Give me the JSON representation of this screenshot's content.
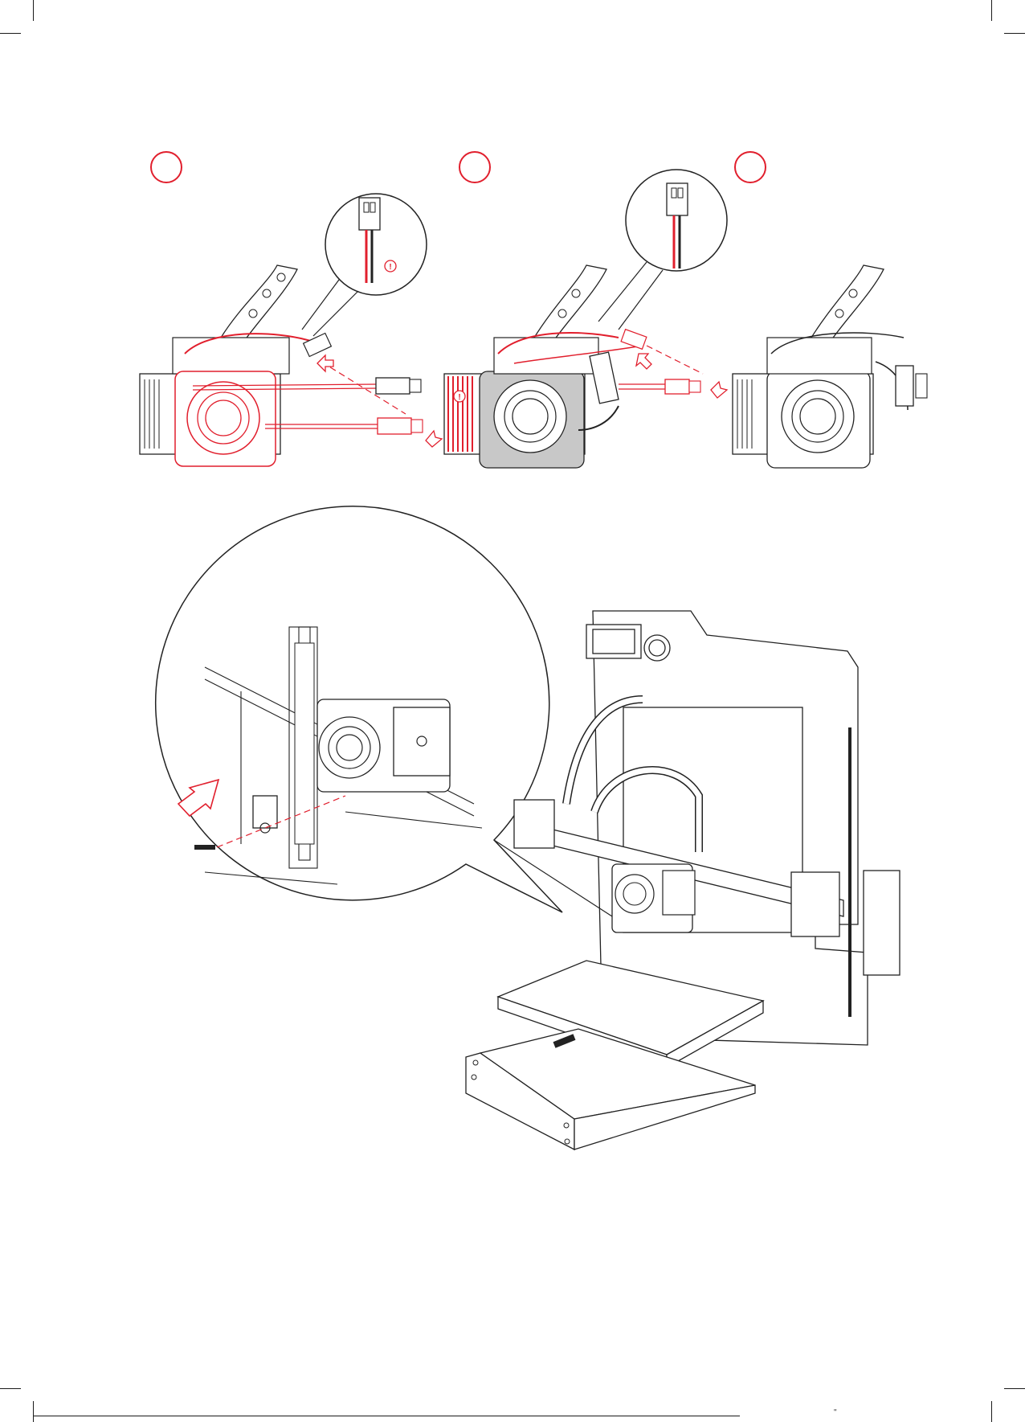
{
  "page": {
    "accent_color": "#e11f2d",
    "line_color": "#222222",
    "gray_fill": "#c8c8c8"
  },
  "steps": [
    {
      "id": "step-a",
      "number": "",
      "icons": [
        "cable-icon",
        "connector-icon",
        "warning-icon"
      ]
    },
    {
      "id": "step-b",
      "number": "",
      "icons": [
        "cable-icon",
        "connector-icon",
        "warning-icon"
      ]
    },
    {
      "id": "step-c",
      "number": "",
      "icons": [
        "cable-icon"
      ]
    }
  ],
  "callouts": {
    "step_a_warning": "!",
    "step_b_warning": "!"
  },
  "footer": {
    "mark": "\""
  }
}
